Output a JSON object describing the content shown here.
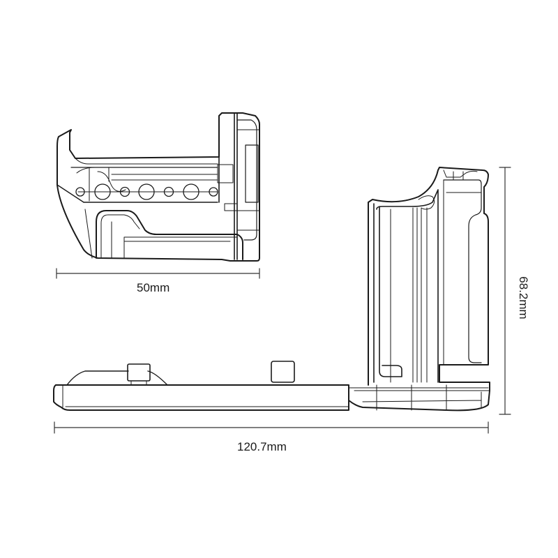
{
  "drawing": {
    "subject": "L-bracket technical drawing",
    "views": [
      {
        "name": "top-view",
        "dimension_label": "50mm"
      },
      {
        "name": "side-view",
        "width_label": "120.7mm",
        "height_label": "68.2mm"
      }
    ]
  },
  "dimensions": {
    "top_width": "50mm",
    "side_width": "120.7mm",
    "side_height": "68.2mm"
  },
  "colors": {
    "line": "#1a1a1a",
    "dimension_line": "#333333",
    "background": "#ffffff"
  }
}
